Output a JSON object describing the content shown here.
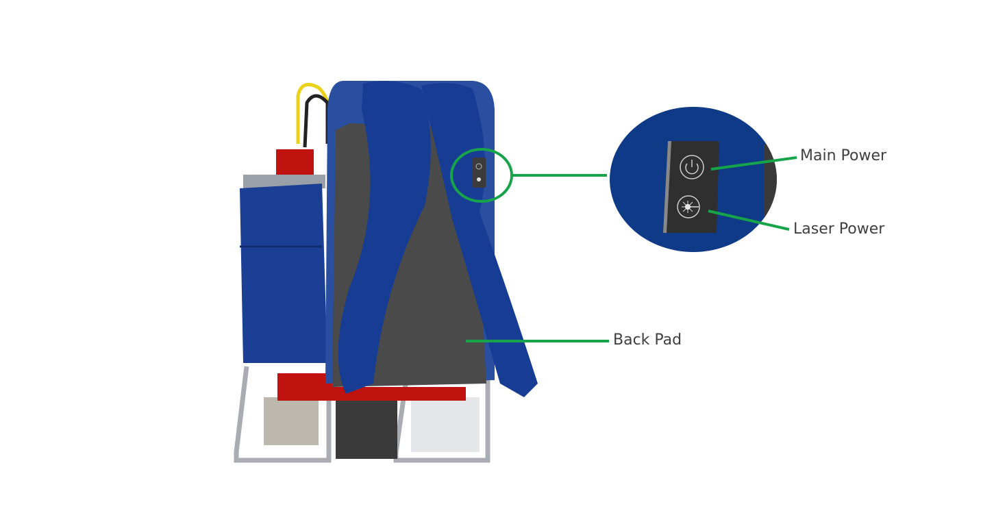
{
  "labels": {
    "main_power": "Main Power",
    "laser_power": "Laser Power",
    "back_pad": "Back Pad"
  },
  "colors": {
    "callout_green": "#17a34a",
    "strap_blue": "#103a8c",
    "pad_gray": "#4a4a4a",
    "accent_red": "#c0120f",
    "cable_yellow": "#e8d21a"
  },
  "icons": [
    "power-icon",
    "laser-icon"
  ]
}
